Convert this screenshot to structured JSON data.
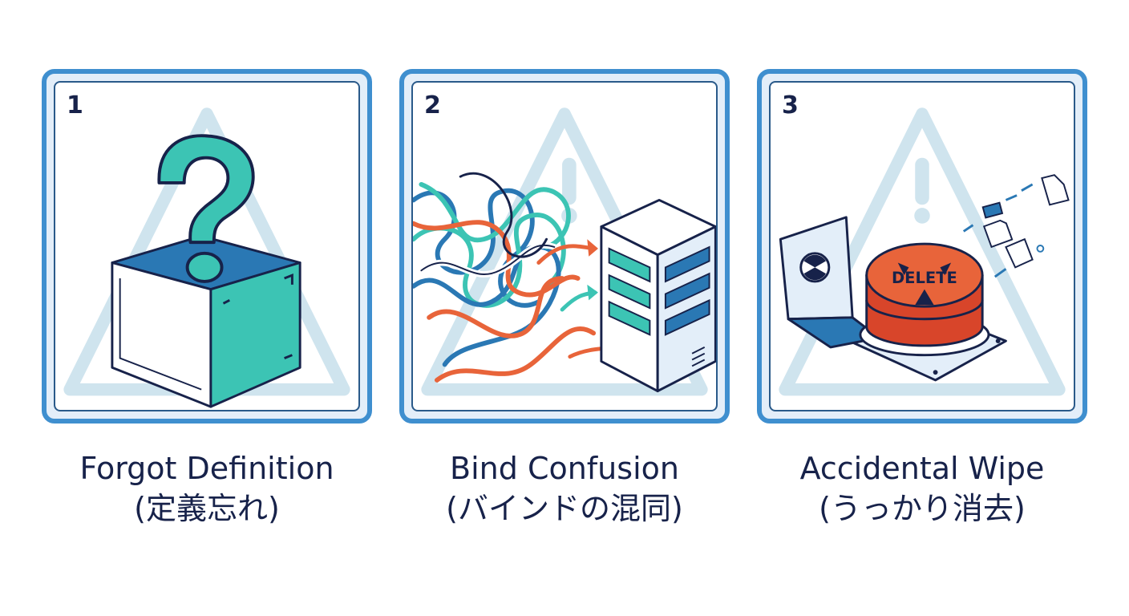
{
  "panels": [
    {
      "number": "1",
      "title": "Forgot Definition",
      "subtitle": "(定義忘れ)",
      "icon": "question-box-icon"
    },
    {
      "number": "2",
      "title": "Bind Confusion",
      "subtitle": "(バインドの混同)",
      "icon": "tangled-wires-server-icon"
    },
    {
      "number": "3",
      "title": "Accidental Wipe",
      "subtitle": "(うっかり消去)",
      "icon": "delete-button-icon",
      "button_label": "DELETE"
    }
  ],
  "colors": {
    "frame": "#3f8fcf",
    "frame_fill": "#e3eef9",
    "warning_triangle": "#cfe4ee",
    "teal": "#3cc4b4",
    "blue": "#2a78b4",
    "navy": "#17224a",
    "orange": "#e8643a",
    "red": "#d8452a"
  }
}
